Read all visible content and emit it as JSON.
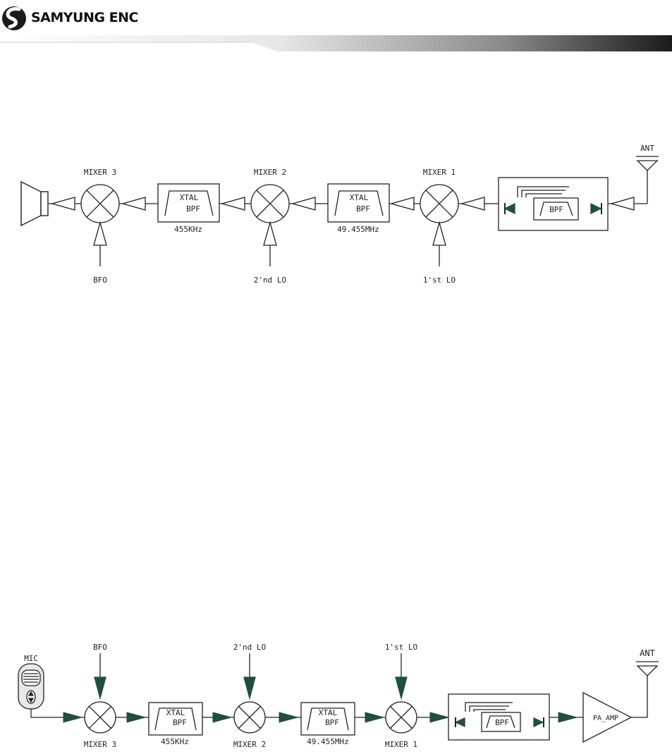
{
  "header": {
    "company": "SAMYUNG ENC"
  },
  "receiver": {
    "antenna": "ANT",
    "mixers": [
      "MIXER 3",
      "MIXER 2",
      "MIXER 1"
    ],
    "filter_top": "XTAL",
    "filter_bottom": "BPF",
    "freq_if2": "455KHz",
    "freq_if1": "49.455MHz",
    "front_end_filter": "BPF",
    "lo_bfo": "BFO",
    "lo_2nd": "2'nd LO",
    "lo_1st": "1'st LO"
  },
  "transmitter": {
    "mic": "MIC",
    "antenna": "ANT",
    "mixers": [
      "MIXER 3",
      "MIXER 2",
      "MIXER 1"
    ],
    "filter_top": "XTAL",
    "filter_bottom": "BPF",
    "freq_if2": "455KHz",
    "freq_if1": "49.455MHz",
    "front_end_filter": "BPF",
    "amplifier": "PA_AMP",
    "lo_bfo": "BFO",
    "lo_2nd": "2'nd LO",
    "lo_1st": "1'st LO"
  },
  "colors": {
    "line": "#222222",
    "arrow_fill": "#1f4f43",
    "header_gradient_end": "#1a1a1a"
  }
}
